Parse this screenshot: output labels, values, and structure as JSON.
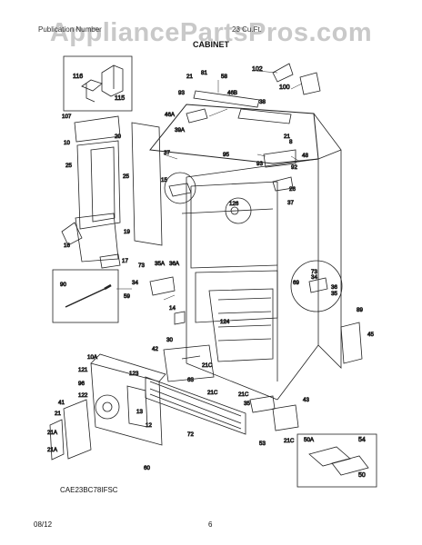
{
  "watermark": "AppliancePartsPros.com",
  "header": {
    "left_text": "Publication Number",
    "right_text": "23 Cu.Ft.",
    "section_title": "CABINET"
  },
  "model": "CAE23BC78IFSC",
  "footer": {
    "date": "08/12",
    "page": "6"
  },
  "part_labels": {
    "p116": "116",
    "p115": "115",
    "p102": "102",
    "p100": "100",
    "p21a": "21",
    "p81": "81",
    "p58": "58",
    "p93a": "93",
    "p46b": "46B",
    "p46a": "46A",
    "p39a": "39A",
    "p38": "38",
    "p21b": "21",
    "p8": "8",
    "p107": "107",
    "p20": "20",
    "p10a": "10",
    "p25a": "25",
    "p25b": "25",
    "p37a": "37",
    "p95": "95",
    "p93b": "93",
    "p48": "48",
    "p92": "92",
    "p15": "15",
    "p26": "26",
    "p126": "126",
    "p37b": "37",
    "p19": "19",
    "p16": "16",
    "p17": "17",
    "p73a": "73",
    "p35a": "35A",
    "p36a": "36A",
    "p34a": "34",
    "p59": "59",
    "p90": "90",
    "p73b": "73",
    "p34b": "34",
    "p69": "69",
    "p36b": "36",
    "p35b": "35",
    "p14": "14",
    "p124": "124",
    "p89": "89",
    "p45": "45",
    "p30": "30",
    "p42": "42",
    "p10b": "10A",
    "p121": "121",
    "p123": "123",
    "p21c": "21C",
    "p63": "63",
    "p96": "96",
    "p122": "122",
    "p41": "41",
    "p21d": "21",
    "p21e": "21A",
    "p21f": "21A",
    "p13": "13",
    "p12": "12",
    "p72": "72",
    "p43": "43",
    "p35c": "35",
    "p21g": "21C",
    "p21h": "21C",
    "p53": "53",
    "p60": "60",
    "p21i": "21C",
    "p50a": "50A",
    "p54": "54",
    "p50": "50"
  }
}
